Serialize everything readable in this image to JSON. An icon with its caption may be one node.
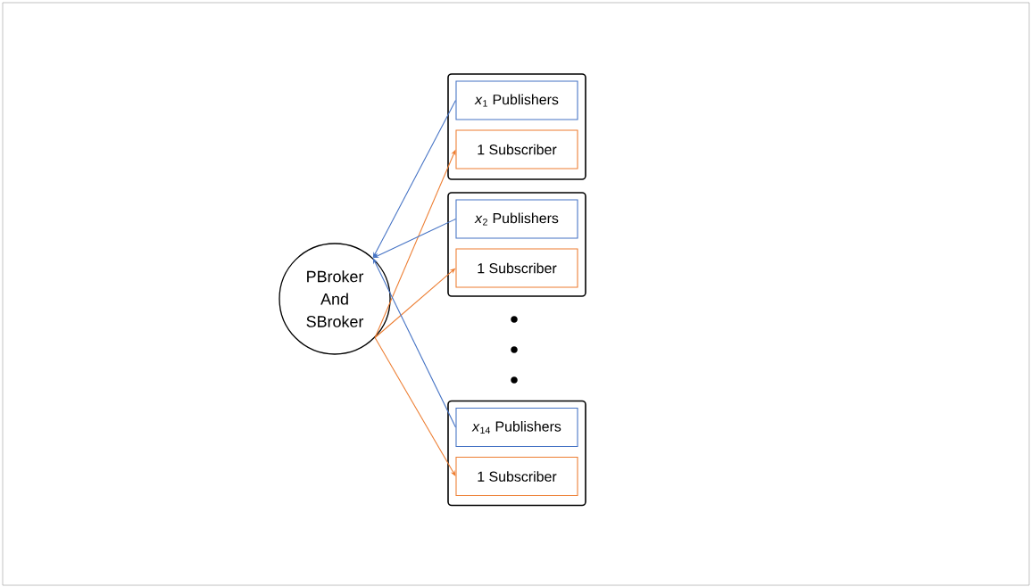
{
  "diagram": {
    "nodes": [
      {
        "text": [
          "PBroker And SBroker"
        ]
      },
      {
        "text": [],
        "shape": "box"
      },
      {
        "text": [
          "*x*$_{1}$ Publishers"
        ],
        "in": 1
      },
      {
        "text": [
          "1 Subscriber"
        ],
        "in": 1
      },
      {
        "text": [],
        "shape": "box"
      },
      {
        "text": [
          "*x*$_{2}$ Publishers"
        ],
        "in": 4
      },
      {
        "text": [
          "1 Subscriber"
        ],
        "in": 4
      },
      {
        "text": [],
        "shape": "box"
      },
      {
        "text": [
          "*x*$_{14}$ Publishers"
        ],
        "in": 7
      },
      {
        "text": [
          "1 Subscriber"
        ],
        "in": 7
      }
    ],
    "edges": [
      {
        "from": 2,
        "to": 0,
        "arrow": "to",
        "color": "#4472c4"
      },
      {
        "from": 0,
        "to": 3,
        "arrow": "to",
        "color": "#ed7d31"
      },
      {
        "from": 5,
        "to": 0,
        "arrow": "to",
        "color": "#4472c4"
      },
      {
        "from": 0,
        "to": 6,
        "arrow": "to",
        "color": "#ed7d31"
      },
      {
        "from": 8,
        "to": 0,
        "arrow": "to",
        "color": "#4472c4"
      },
      {
        "from": 0,
        "to": 9,
        "arrow": "to",
        "color": "#ed7d31"
      }
    ]
  }
}
